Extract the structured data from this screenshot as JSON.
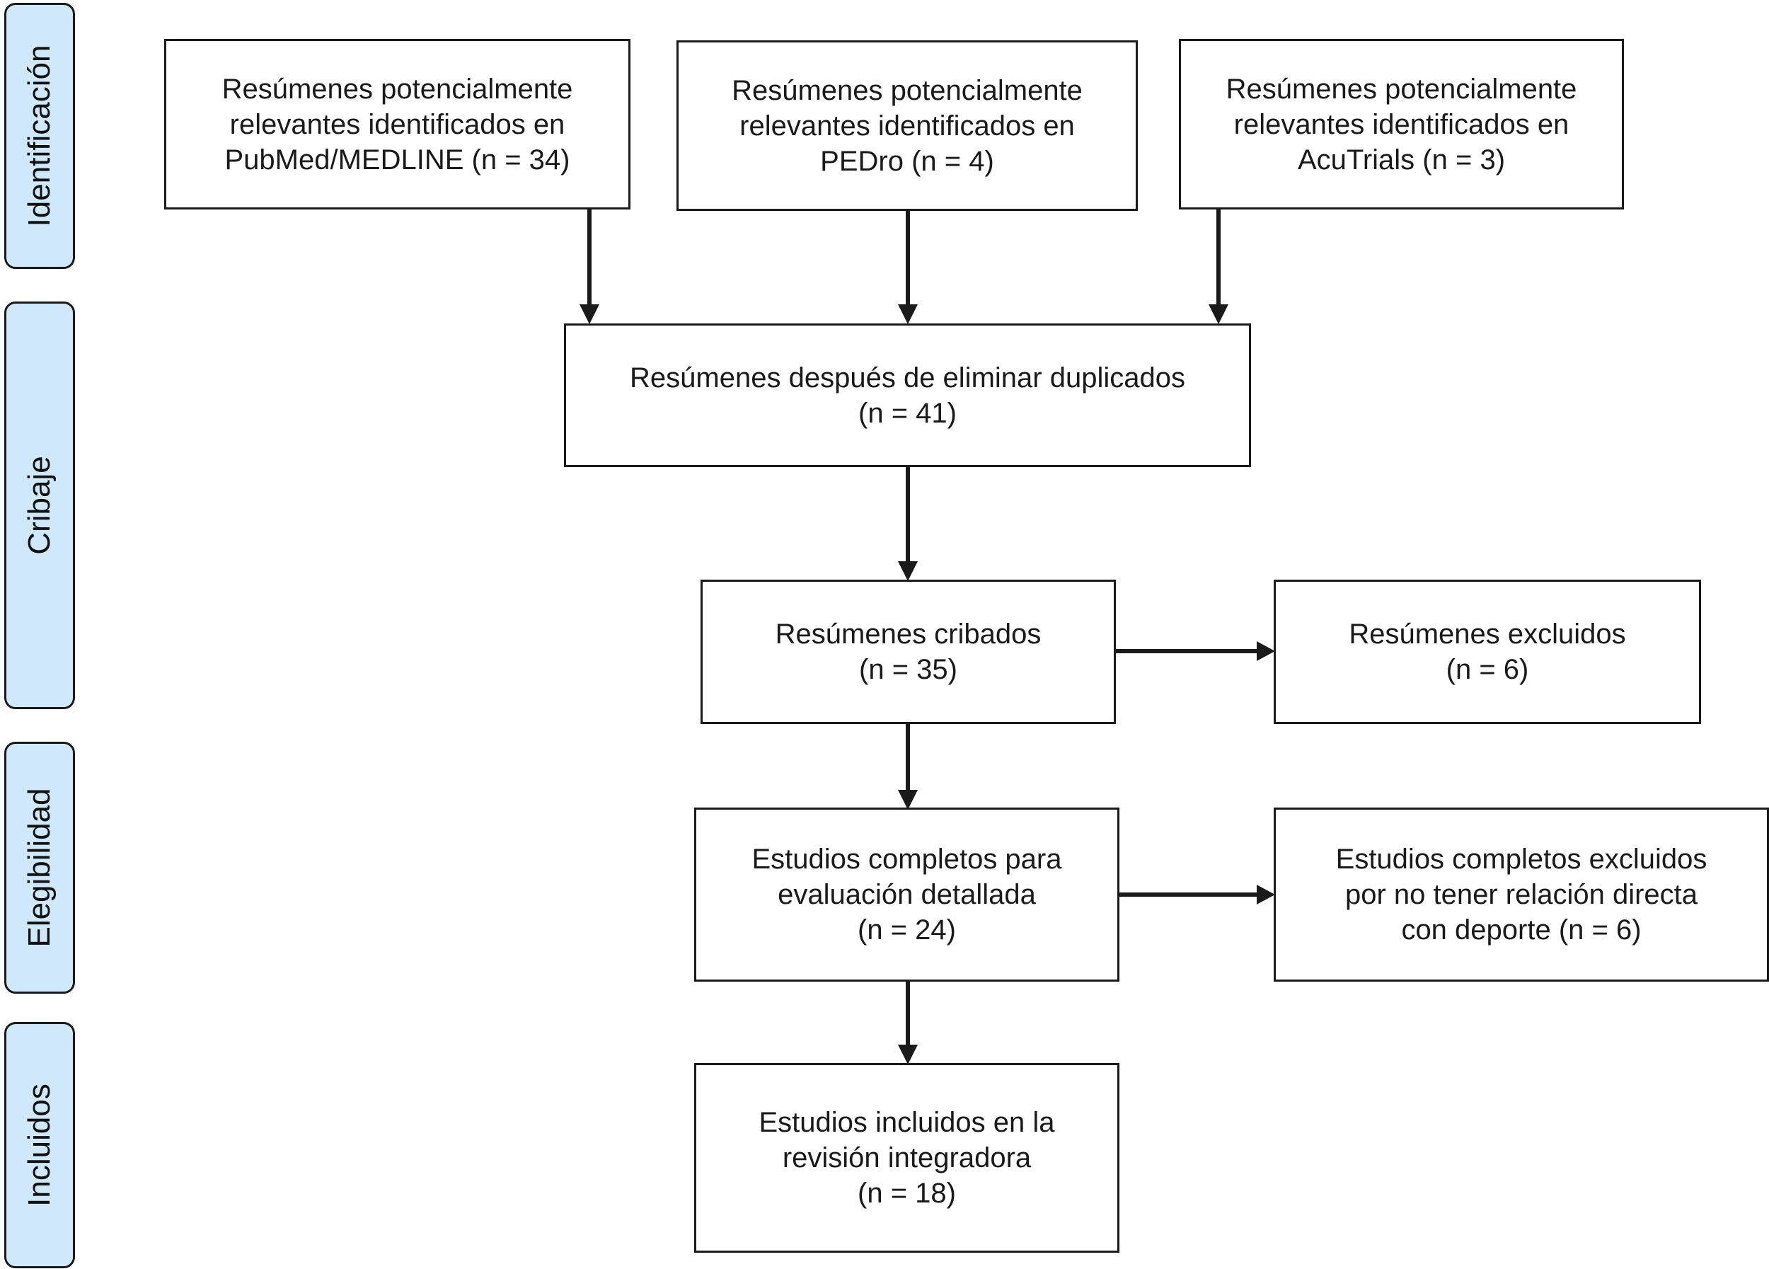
{
  "phases": {
    "identificacion": "Identificación",
    "cribaje": "Cribaje",
    "elegibilidad": "Elegibilidad",
    "incluidos": "Incluidos"
  },
  "boxes": {
    "pubmed": "Resúmenes potencialmente\nrelevantes identificados en\nPubMed/MEDLINE (n = 34)",
    "pedro": "Resúmenes potencialmente\nrelevantes identificados en\nPEDro (n = 4)",
    "acutrials": "Resúmenes potencialmente\nrelevantes identificados en\nAcuTrials (n = 3)",
    "sin_duplicados": "Resúmenes después de eliminar duplicados\n(n = 41)",
    "cribados": "Resúmenes cribados\n(n = 35)",
    "excluidos": "Resúmenes excluidos\n(n = 6)",
    "completos": "Estudios completos para\nevaluación detallada\n(n = 24)",
    "completos_excluidos": "Estudios completos excluidos\npor no tener relación directa\ncon deporte (n = 6)",
    "incluidos": "Estudios incluidos en la\nrevisión integradora\n(n = 18)"
  },
  "colors": {
    "phase_fill": "#cfe8fb",
    "stroke": "#1a1a1a"
  }
}
